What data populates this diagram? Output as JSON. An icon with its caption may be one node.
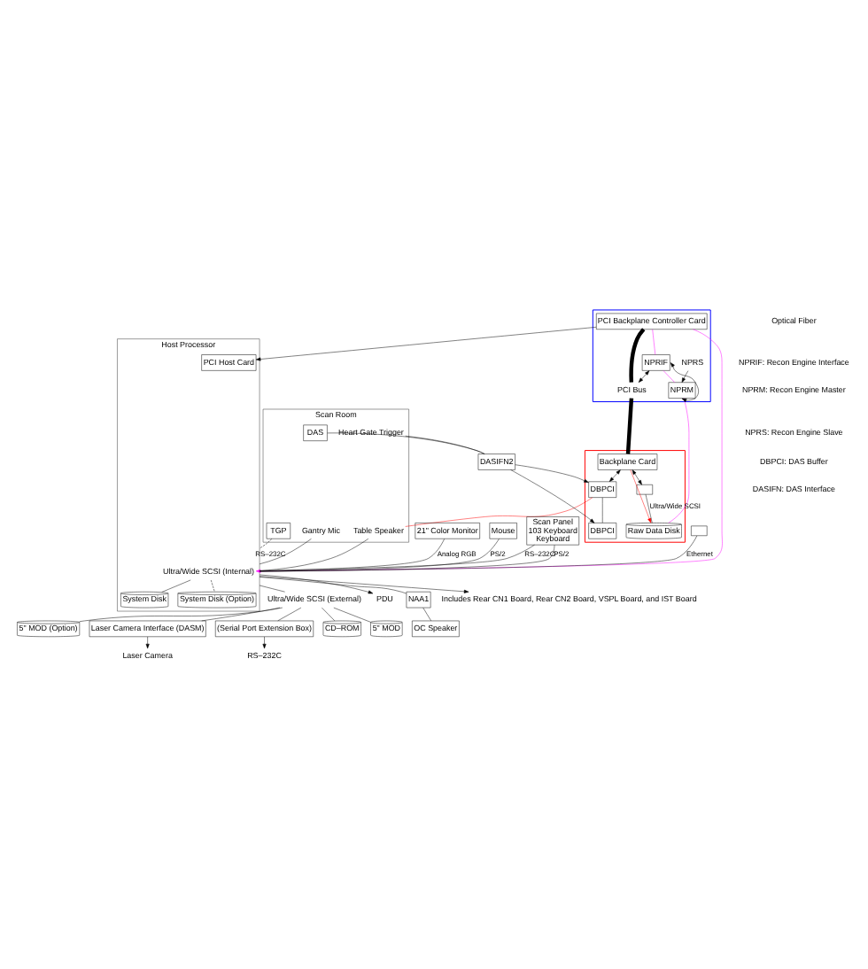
{
  "diagram": {
    "nodes": [
      {
        "text": [
          "Host Processor"
        ]
      },
      {
        "text": [
          "Ultra/Wide SCSI (Internal)"
        ],
        "in": 0
      },
      {
        "text": [
          "System Disk"
        ],
        "in": 0
      },
      {
        "text": [
          "System Disk (Option)"
        ],
        "in": 0
      },
      {
        "text": [
          "PCI Host Card"
        ],
        "in": 0
      },
      {
        "text": [],
        "shape": "box"
      },
      {
        "text": [
          "PCI Backplane Controller Card"
        ],
        "in": 5
      },
      {
        "text": [
          "PCI Bus"
        ],
        "in": 5
      },
      {
        "text": [
          "NPRS"
        ],
        "in": 5
      },
      {
        "text": [
          "NPRM"
        ],
        "in": 5
      },
      {
        "text": [
          "NPRIF"
        ],
        "in": 5
      },
      {
        "text": [],
        "shape": "box"
      },
      {
        "text": [
          "Backplane Card"
        ],
        "in": 11
      },
      {
        "text": [],
        "shape": "box",
        "in": 11
      },
      {
        "text": [
          "Raw Data Disk"
        ],
        "in": 11
      },
      {
        "text": [
          "DBPCI"
        ],
        "in": 11
      },
      {
        "text": [
          "DBPCI"
        ],
        "in": 11
      },
      {
        "text": [
          "21\" Color Monitor"
        ]
      },
      {
        "text": [
          "Mouse"
        ]
      },
      {
        "text": [
          "Scan Panel",
          "103 Keyboard",
          "Keyboard"
        ]
      },
      {
        "text": [
          "Ultra/Wide SCSI (External)"
        ]
      },
      {
        "text": [
          "CD–ROM"
        ]
      },
      {
        "text": [
          "5\" MOD"
        ]
      },
      {
        "text": [
          "5\" MOD (Option)"
        ]
      },
      {
        "text": [
          "PDU"
        ]
      },
      {
        "text": [
          "Laser Camera"
        ]
      },
      {
        "text": [
          "Laser Camera Interface (DASM)"
        ]
      },
      {
        "text": [
          "RS–232C"
        ]
      },
      {
        "text": [
          "(Serial Port Extension Box)"
        ]
      },
      {
        "text": [
          "Scan Room"
        ]
      },
      {
        "text": [
          "TGP"
        ],
        "in": 29
      },
      {
        "text": [
          "Gantry Mic"
        ],
        "in": 29
      },
      {
        "text": [
          "Table Speaker"
        ],
        "in": 29
      },
      {
        "text": [
          "DAS"
        ],
        "in": 29
      },
      {
        "text": [
          "Heart Gate Trigger"
        ],
        "in": 29
      },
      {
        "text": [
          "NAA1"
        ]
      },
      {
        "text": [
          "OC Speaker"
        ]
      },
      {
        "text": [
          "Includes Rear CN1 Board, Rear CN2 Board, VSPL Board, and IST Board"
        ]
      },
      {
        "text": [
          "DASIFN2"
        ]
      },
      {
        "text": [],
        "shape": "box"
      }
    ],
    "edges": [
      {
        "from": 39,
        "to": 0,
        "arrow": "none",
        "label": "Ethernet"
      },
      {
        "from": 17,
        "to": 0,
        "arrow": "none",
        "label": "Analog RGB"
      },
      {
        "from": 18,
        "to": 0,
        "arrow": "none",
        "label": "PS/2"
      },
      {
        "from": 19,
        "to": 0,
        "arrow": "none",
        "label": "PS/2"
      },
      {
        "from": 19,
        "to": 0,
        "arrow": "none",
        "label": "RS–232C"
      },
      {
        "from": 1,
        "to": 2,
        "arrow": "none"
      },
      {
        "from": 1,
        "to": 3,
        "arrow": "none",
        "style": "dashed"
      },
      {
        "from": 6,
        "to": 4,
        "arrow": "to"
      },
      {
        "from": 6,
        "to": 7,
        "arrow": "none",
        "style": "thick"
      },
      {
        "from": 10,
        "to": 7,
        "arrow": "both"
      },
      {
        "from": 10,
        "to": 9,
        "arrow": "both"
      },
      {
        "from": 8,
        "to": 9,
        "arrow": "to"
      },
      {
        "from": 7,
        "to": 12,
        "arrow": "none",
        "style": "thick"
      },
      {
        "from": 12,
        "to": 13,
        "arrow": "both"
      },
      {
        "from": 13,
        "to": 14,
        "arrow": "none",
        "label": "Ultra/Wide SCSI"
      },
      {
        "from": 12,
        "to": 15,
        "arrow": "both"
      },
      {
        "from": 15,
        "to": 16,
        "arrow": "none"
      },
      {
        "from": 0,
        "to": 20,
        "arrow": "none"
      },
      {
        "from": 20,
        "to": 21,
        "arrow": "none"
      },
      {
        "from": 20,
        "to": 22,
        "arrow": "none"
      },
      {
        "from": 20,
        "to": 23,
        "arrow": "none"
      },
      {
        "from": 20,
        "to": 26,
        "arrow": "none"
      },
      {
        "from": 20,
        "to": 28,
        "arrow": "none"
      },
      {
        "from": 0,
        "to": 24,
        "arrow": "to"
      },
      {
        "from": 26,
        "to": 25,
        "arrow": "to"
      },
      {
        "from": 28,
        "to": 27,
        "arrow": "to"
      },
      {
        "from": 30,
        "to": 0,
        "arrow": "none",
        "style": "dashed",
        "label": "RS–232C"
      },
      {
        "from": 0,
        "to": 35,
        "arrow": "none"
      },
      {
        "from": 35,
        "to": 36,
        "arrow": "none"
      },
      {
        "from": 0,
        "to": 37,
        "arrow": "to"
      },
      {
        "from": 31,
        "to": 0,
        "arrow": "none"
      },
      {
        "from": 32,
        "to": 0,
        "arrow": "none"
      },
      {
        "from": 33,
        "to": 38,
        "arrow": "none"
      },
      {
        "from": 34,
        "to": 38,
        "arrow": "none"
      },
      {
        "from": 38,
        "to": 15,
        "arrow": "to"
      },
      {
        "from": 38,
        "to": 16,
        "arrow": "to"
      },
      {
        "from": 6,
        "to": 1,
        "arrow": "to",
        "color": "#ff00ff"
      },
      {
        "from": 6,
        "to": 10,
        "arrow": "none",
        "color": "#ff00ff"
      },
      {
        "from": 10,
        "to": 9,
        "arrow": "none",
        "color": "#ff00ff"
      },
      {
        "from": 9,
        "to": 14,
        "arrow": "none",
        "color": "#ff00ff"
      },
      {
        "from": 12,
        "to": 14,
        "arrow": "to",
        "color": "#ff0000"
      },
      {
        "from": 15,
        "to": 32,
        "arrow": "none",
        "color": "#ff0000"
      }
    ],
    "labels": [
      "Optical Fiber",
      "NPRIF: Recon Engine Interface",
      "NPRM: Recon Engine Master",
      "NPRS: Recon Engine Slave",
      "DBPCI: DAS Buffer",
      "DASIFN: DAS Interface"
    ]
  }
}
